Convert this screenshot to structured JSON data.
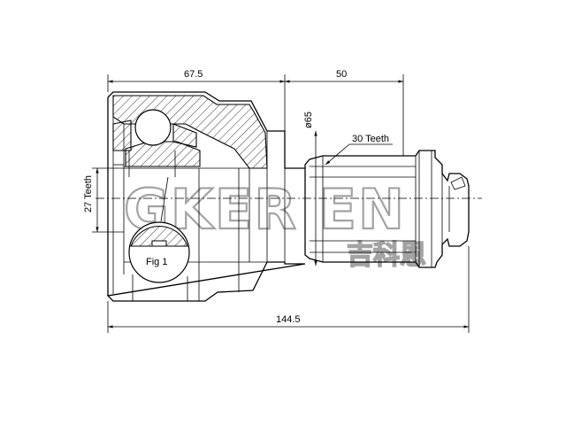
{
  "dimensions": {
    "left_length": "67.5",
    "right_length": "50",
    "total_length": "144.5",
    "shaft_diameter": "ø65",
    "outer_spline": "30 Teeth",
    "inner_spline": "27 Teeth"
  },
  "figure_label": "Fig 1",
  "watermark": {
    "latin": "GKER EN",
    "chinese": "吉科恩"
  }
}
